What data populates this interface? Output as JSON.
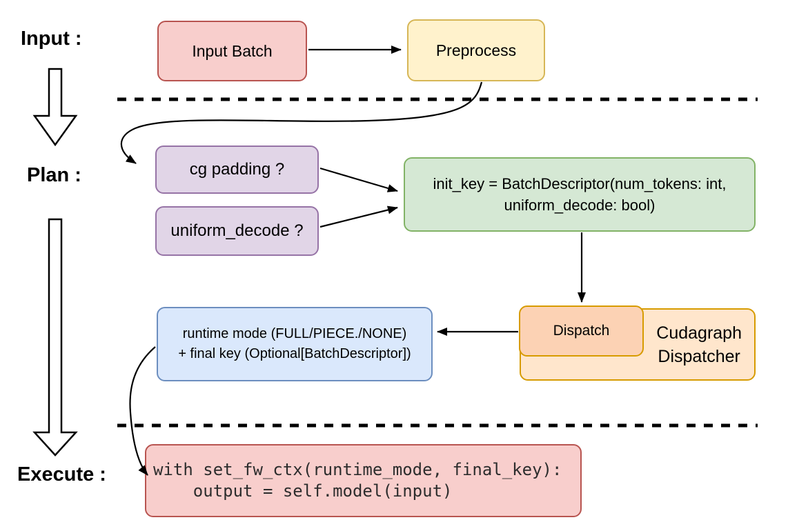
{
  "stage_labels": {
    "input": "Input :",
    "plan": "Plan :",
    "execute": "Execute :"
  },
  "nodes": {
    "input_batch": {
      "label": "Input Batch"
    },
    "preprocess": {
      "label": "Preprocess"
    },
    "cg_padding": {
      "label": "cg padding ?"
    },
    "uniform_decode": {
      "label": "uniform_decode ?"
    },
    "init_key": {
      "label": "init_key = BatchDescriptor(num_tokens: int,\nuniform_decode: bool)"
    },
    "dispatch": {
      "label": "Dispatch"
    },
    "cudagraph_dispatcher": {
      "label": "Cudagraph\nDispatcher"
    },
    "runtime_mode": {
      "label": "runtime mode (FULL/PIECE./NONE)\n+ final key (Optional[BatchDescriptor])"
    },
    "execute_code": {
      "label": "with set_fw_ctx(runtime_mode, final_key):\n    output = self.model(input)"
    }
  },
  "colors": {
    "red_fill": "#f8cecc",
    "red_stroke": "#b85450",
    "yellow_fill": "#fff2cc",
    "yellow_stroke": "#d6b656",
    "purple_fill": "#e1d5e7",
    "purple_stroke": "#9673a6",
    "green_fill": "#d5e8d4",
    "green_stroke": "#82b366",
    "orange_fill": "#ffe6cc",
    "orange_stroke": "#d79b00",
    "orange_inner_fill": "#fcd2b4",
    "blue_fill": "#dae8fc",
    "blue_stroke": "#6c8ebf",
    "line_color": "#000000"
  }
}
